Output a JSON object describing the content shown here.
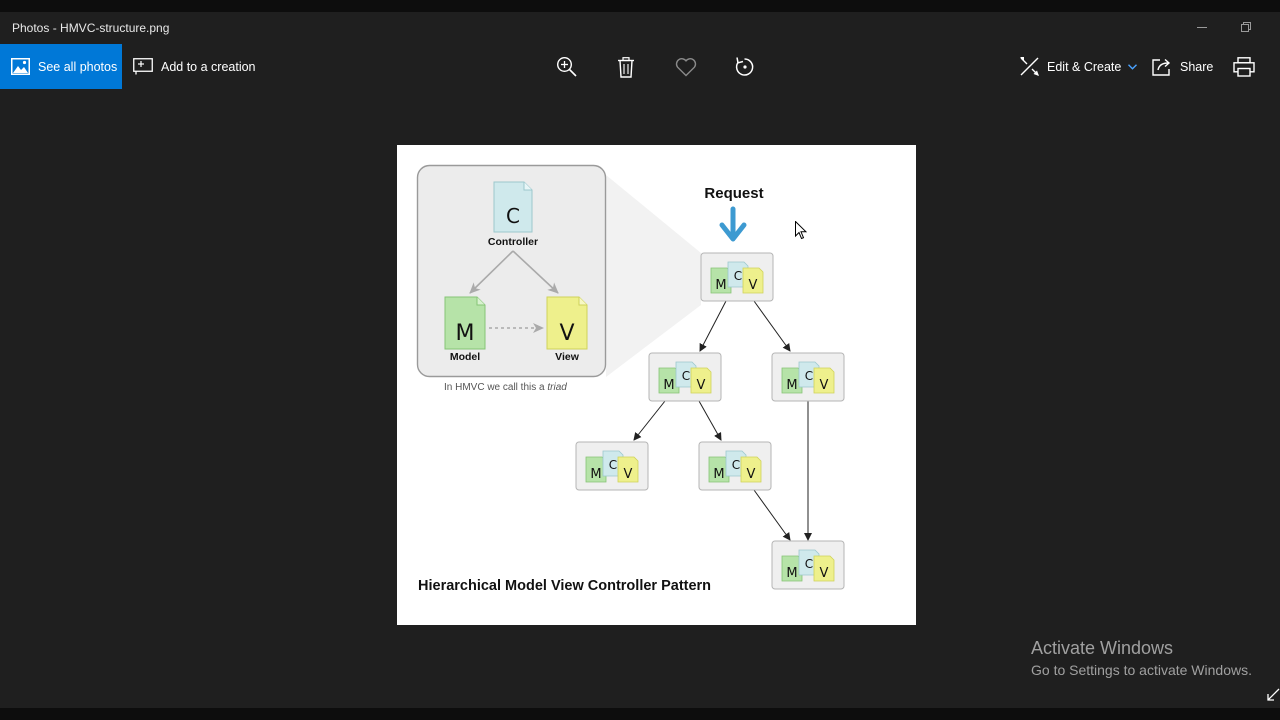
{
  "window": {
    "title": "Photos - HMVC-structure.png"
  },
  "toolbar": {
    "see_all_label": "See all photos",
    "add_creation_label": "Add to a creation",
    "edit_create_label": "Edit & Create",
    "share_label": "Share",
    "icons": [
      "zoom-in-icon",
      "delete-icon",
      "favorite-icon",
      "rotate-icon",
      "print-icon"
    ],
    "accent_color": "#0078d7"
  },
  "diagram": {
    "controller_label": "Controller",
    "model_label": "Model",
    "view_label": "View",
    "letter_c": "C",
    "letter_m": "M",
    "letter_v": "V",
    "caption_prefix": "In HMVC we call this a",
    "caption_italic": "triad",
    "request_label": "Request",
    "pattern_title": "Hierarchical Model View Controller Pattern",
    "node_count": 6,
    "colors": {
      "controller_doc": "#cfe9ec",
      "model_doc": "#b6e3a8",
      "view_doc": "#eef08c",
      "arrow_blue": "#3d9ad1"
    }
  },
  "watermark": {
    "title": "Activate Windows",
    "subtitle": "Go to Settings to activate Windows."
  }
}
